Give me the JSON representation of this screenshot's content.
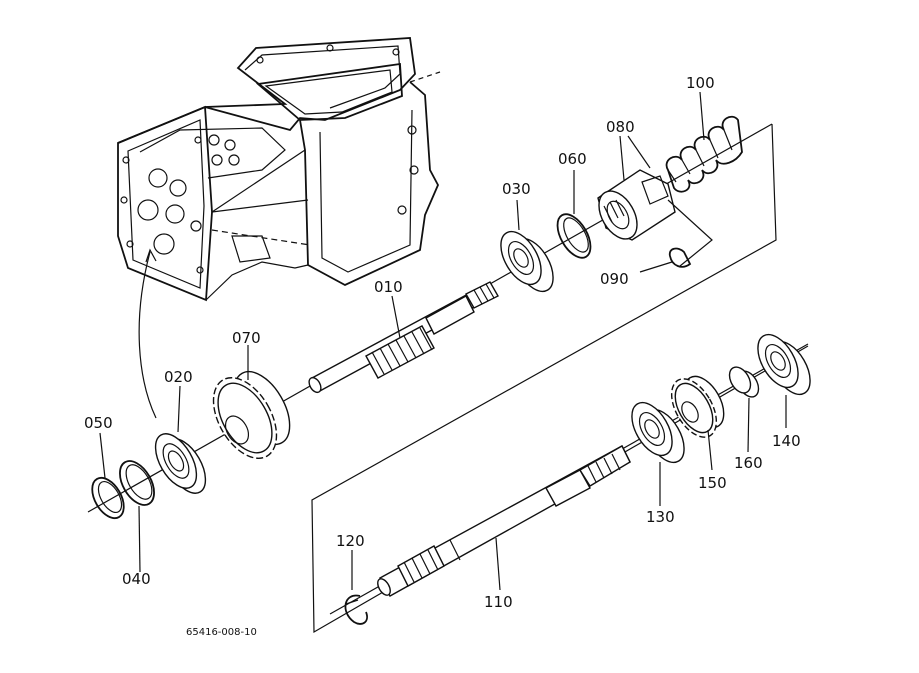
{
  "diagram": {
    "drawing_number": "65416-008-10",
    "callouts": {
      "p010": "010",
      "p020": "020",
      "p030": "030",
      "p040": "040",
      "p050": "050",
      "p060": "060",
      "p070": "070",
      "p080": "080",
      "p090": "090",
      "p100": "100",
      "p110": "110",
      "p120": "120",
      "p130": "130",
      "p140": "140",
      "p150": "150",
      "p160": "160"
    }
  }
}
